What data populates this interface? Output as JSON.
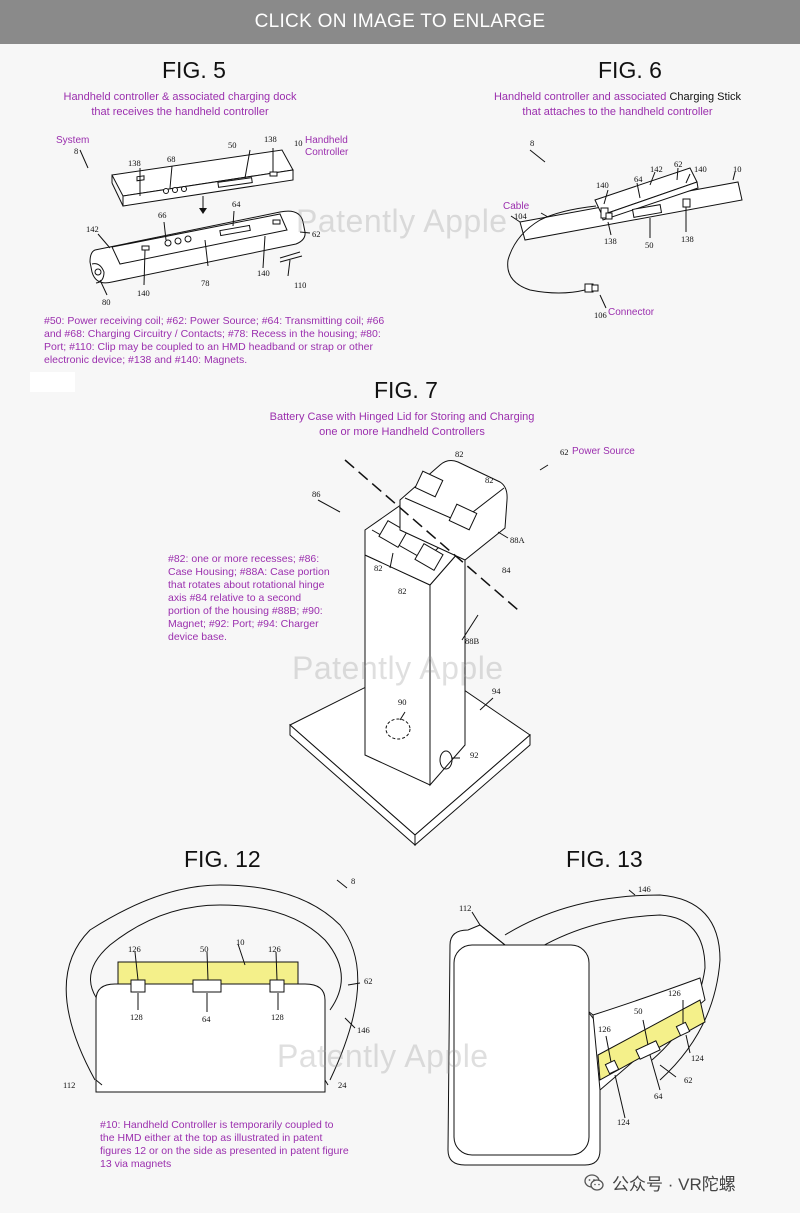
{
  "banner": "CLICK ON IMAGE TO ENLARGE",
  "watermark": "Patently Apple",
  "colors": {
    "caption": "#9b2fae",
    "highlight": "#f4f08a",
    "banner": "#8a8a8a"
  },
  "fig5": {
    "title": "FIG. 5",
    "caption_line1": "Handheld controller & associated charging dock",
    "caption_line2": "that receives the handheld controller",
    "system_label": "System",
    "hc_line1": "Handheld",
    "hc_line2": "Controller",
    "refs": [
      "8",
      "138",
      "68",
      "50",
      "138",
      "10",
      "66",
      "64",
      "142",
      "62",
      "140",
      "78",
      "140",
      "110",
      "80"
    ],
    "note_lines": [
      "#50: Power receiving coil; #62: Power Source; #64: Transmitting coil; #66",
      "and #68: Charging Circuitry / Contacts; #78: Recess in the housing; #80:",
      "Port; #110: Clip may be coupled to an HMD headband or strap or other",
      "electronic device; #138 and #140: Magnets."
    ]
  },
  "fig6": {
    "title": "FIG. 6",
    "caption_pre": "Handheld controller and associated ",
    "caption_bold": "Charging Stick",
    "caption_line2": "that attaches to the handheld controller",
    "cable_label": "Cable",
    "connector_label": "Connector",
    "refs": [
      "8",
      "142",
      "62",
      "140",
      "10",
      "140",
      "64",
      "104",
      "138",
      "50",
      "138",
      "106"
    ]
  },
  "fig7": {
    "title": "FIG. 7",
    "caption_line1": "Battery Case with Hinged Lid for Storing and Charging",
    "caption_line2": "one or more Handheld Controllers",
    "power_label": "Power Source",
    "refs": [
      "82",
      "82",
      "86",
      "62",
      "88A",
      "82",
      "84",
      "82",
      "88B",
      "94",
      "90",
      "92"
    ],
    "note_lines": [
      "#82: one or more recesses; #86:",
      "Case Housing; #88A: Case portion",
      "that rotates about rotational hinge",
      "axis #84 relative to a second",
      "portion of the housing #88B; #90:",
      "Magnet; #92: Port; #94: Charger",
      "device base."
    ]
  },
  "fig12": {
    "title": "FIG. 12",
    "refs": [
      "8",
      "126",
      "50",
      "10",
      "126",
      "62",
      "128",
      "64",
      "128",
      "146",
      "112",
      "24"
    ],
    "note_lines": [
      "#10: Handheld Controller is temporarily coupled to",
      "the HMD either at the top as illustrated in patent",
      "figures 12 or on the side as presented in patent figure",
      "13 via magnets"
    ]
  },
  "fig13": {
    "title": "FIG. 13",
    "refs": [
      "146",
      "112",
      "126",
      "50",
      "126",
      "124",
      "62",
      "64",
      "124"
    ]
  },
  "footer": {
    "wechat_text": "公众号 · VR陀螺"
  }
}
